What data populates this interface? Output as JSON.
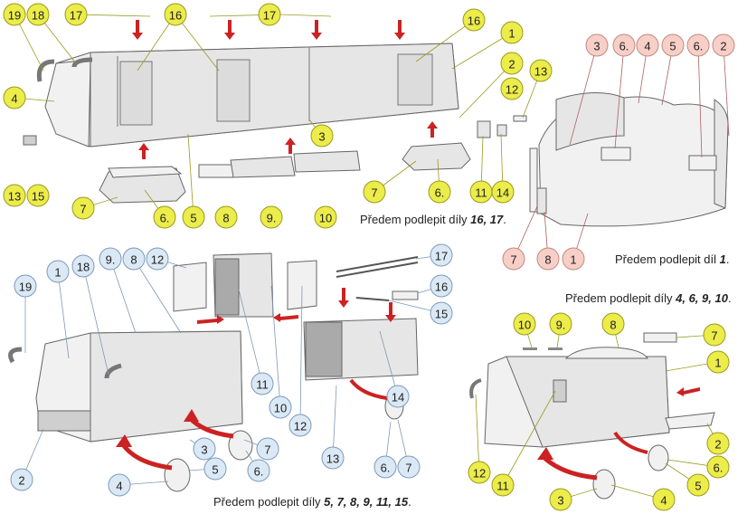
{
  "notes": {
    "top": {
      "prefix": "Předem podlepit díly ",
      "parts": "16, 17",
      "suffix": "."
    },
    "right1": {
      "prefix": "Předem podlepit díl ",
      "parts": "1",
      "suffix": "."
    },
    "right2": {
      "prefix": "Předem podlepit díly ",
      "parts": "4, 6, 9, 10",
      "suffix": "."
    },
    "bottom": {
      "prefix": "Předem podlepit díly ",
      "parts": "5, 7, 8, 9, 11, 15",
      "suffix": "."
    }
  },
  "badges": {
    "top": [
      "19",
      "18",
      "17",
      "16",
      "17",
      "16",
      "1",
      "2",
      "13",
      "12",
      "4",
      "3",
      "13",
      "15",
      "7",
      "6.",
      "5",
      "8",
      "9.",
      "10",
      "7",
      "6.",
      "11",
      "14"
    ],
    "right_top": [
      "3",
      "6.",
      "4",
      "5",
      "6.",
      "2",
      "7",
      "8",
      "1"
    ],
    "bottom_left": [
      "19",
      "1",
      "18",
      "9.",
      "8",
      "12",
      "17",
      "16",
      "15",
      "11",
      "10",
      "12",
      "14",
      "2",
      "3",
      "7",
      "6.",
      "5",
      "4",
      "13",
      "6.",
      "7"
    ],
    "bottom_right": [
      "10",
      "9.",
      "8",
      "7",
      "1",
      "12",
      "2",
      "11",
      "6.",
      "5",
      "3",
      "4"
    ]
  },
  "colors": {
    "yellow": "#ecec4a",
    "blue": "#dbe9f6",
    "pink": "#f7cfc7",
    "arrow": "#cc2222"
  }
}
